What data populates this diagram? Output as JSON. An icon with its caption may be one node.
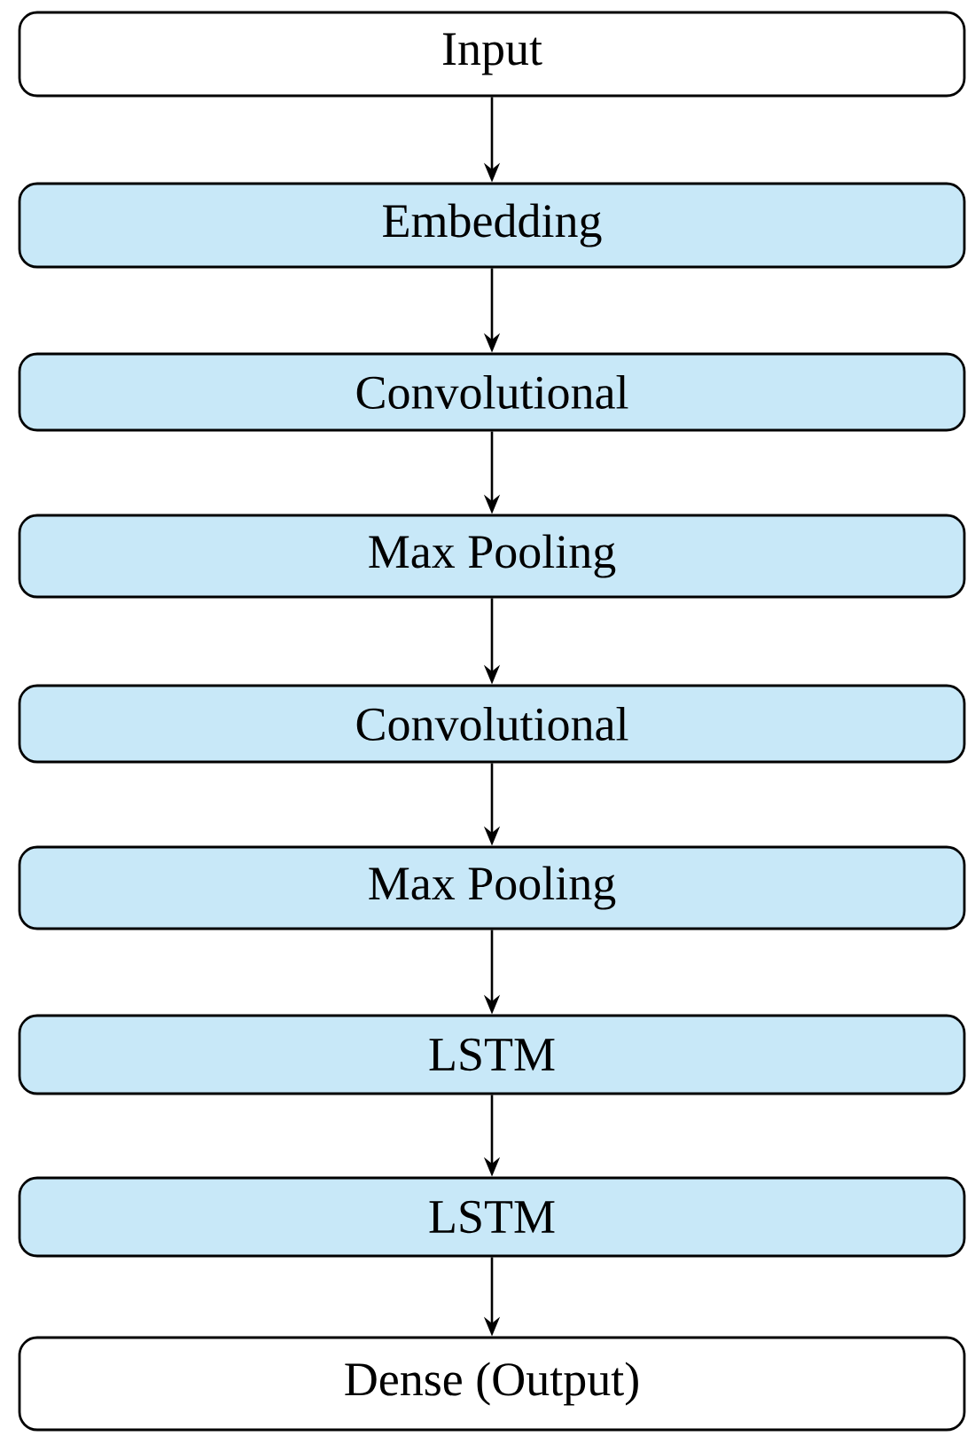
{
  "diagram": {
    "nodes": [
      {
        "text": [
          "Input"
        ]
      },
      {
        "text": [
          "Embedding"
        ]
      },
      {
        "text": [
          "Convolutional"
        ]
      },
      {
        "text": [
          "Max Pooling"
        ]
      },
      {
        "text": [
          "Convolutional"
        ]
      },
      {
        "text": [
          "Max Pooling"
        ]
      },
      {
        "text": [
          "LSTM"
        ]
      },
      {
        "text": [
          "LSTM"
        ]
      },
      {
        "text": [
          "Dense (Output)"
        ]
      }
    ],
    "edges": [
      {
        "from": 0,
        "to": 1,
        "arrow": "to"
      },
      {
        "from": 1,
        "to": 2,
        "arrow": "to"
      },
      {
        "from": 2,
        "to": 3,
        "arrow": "to"
      },
      {
        "from": 3,
        "to": 4,
        "arrow": "to"
      },
      {
        "from": 4,
        "to": 5,
        "arrow": "to"
      },
      {
        "from": 5,
        "to": 6,
        "arrow": "to"
      },
      {
        "from": 6,
        "to": 7,
        "arrow": "to"
      },
      {
        "from": 7,
        "to": 8,
        "arrow": "to"
      }
    ]
  }
}
